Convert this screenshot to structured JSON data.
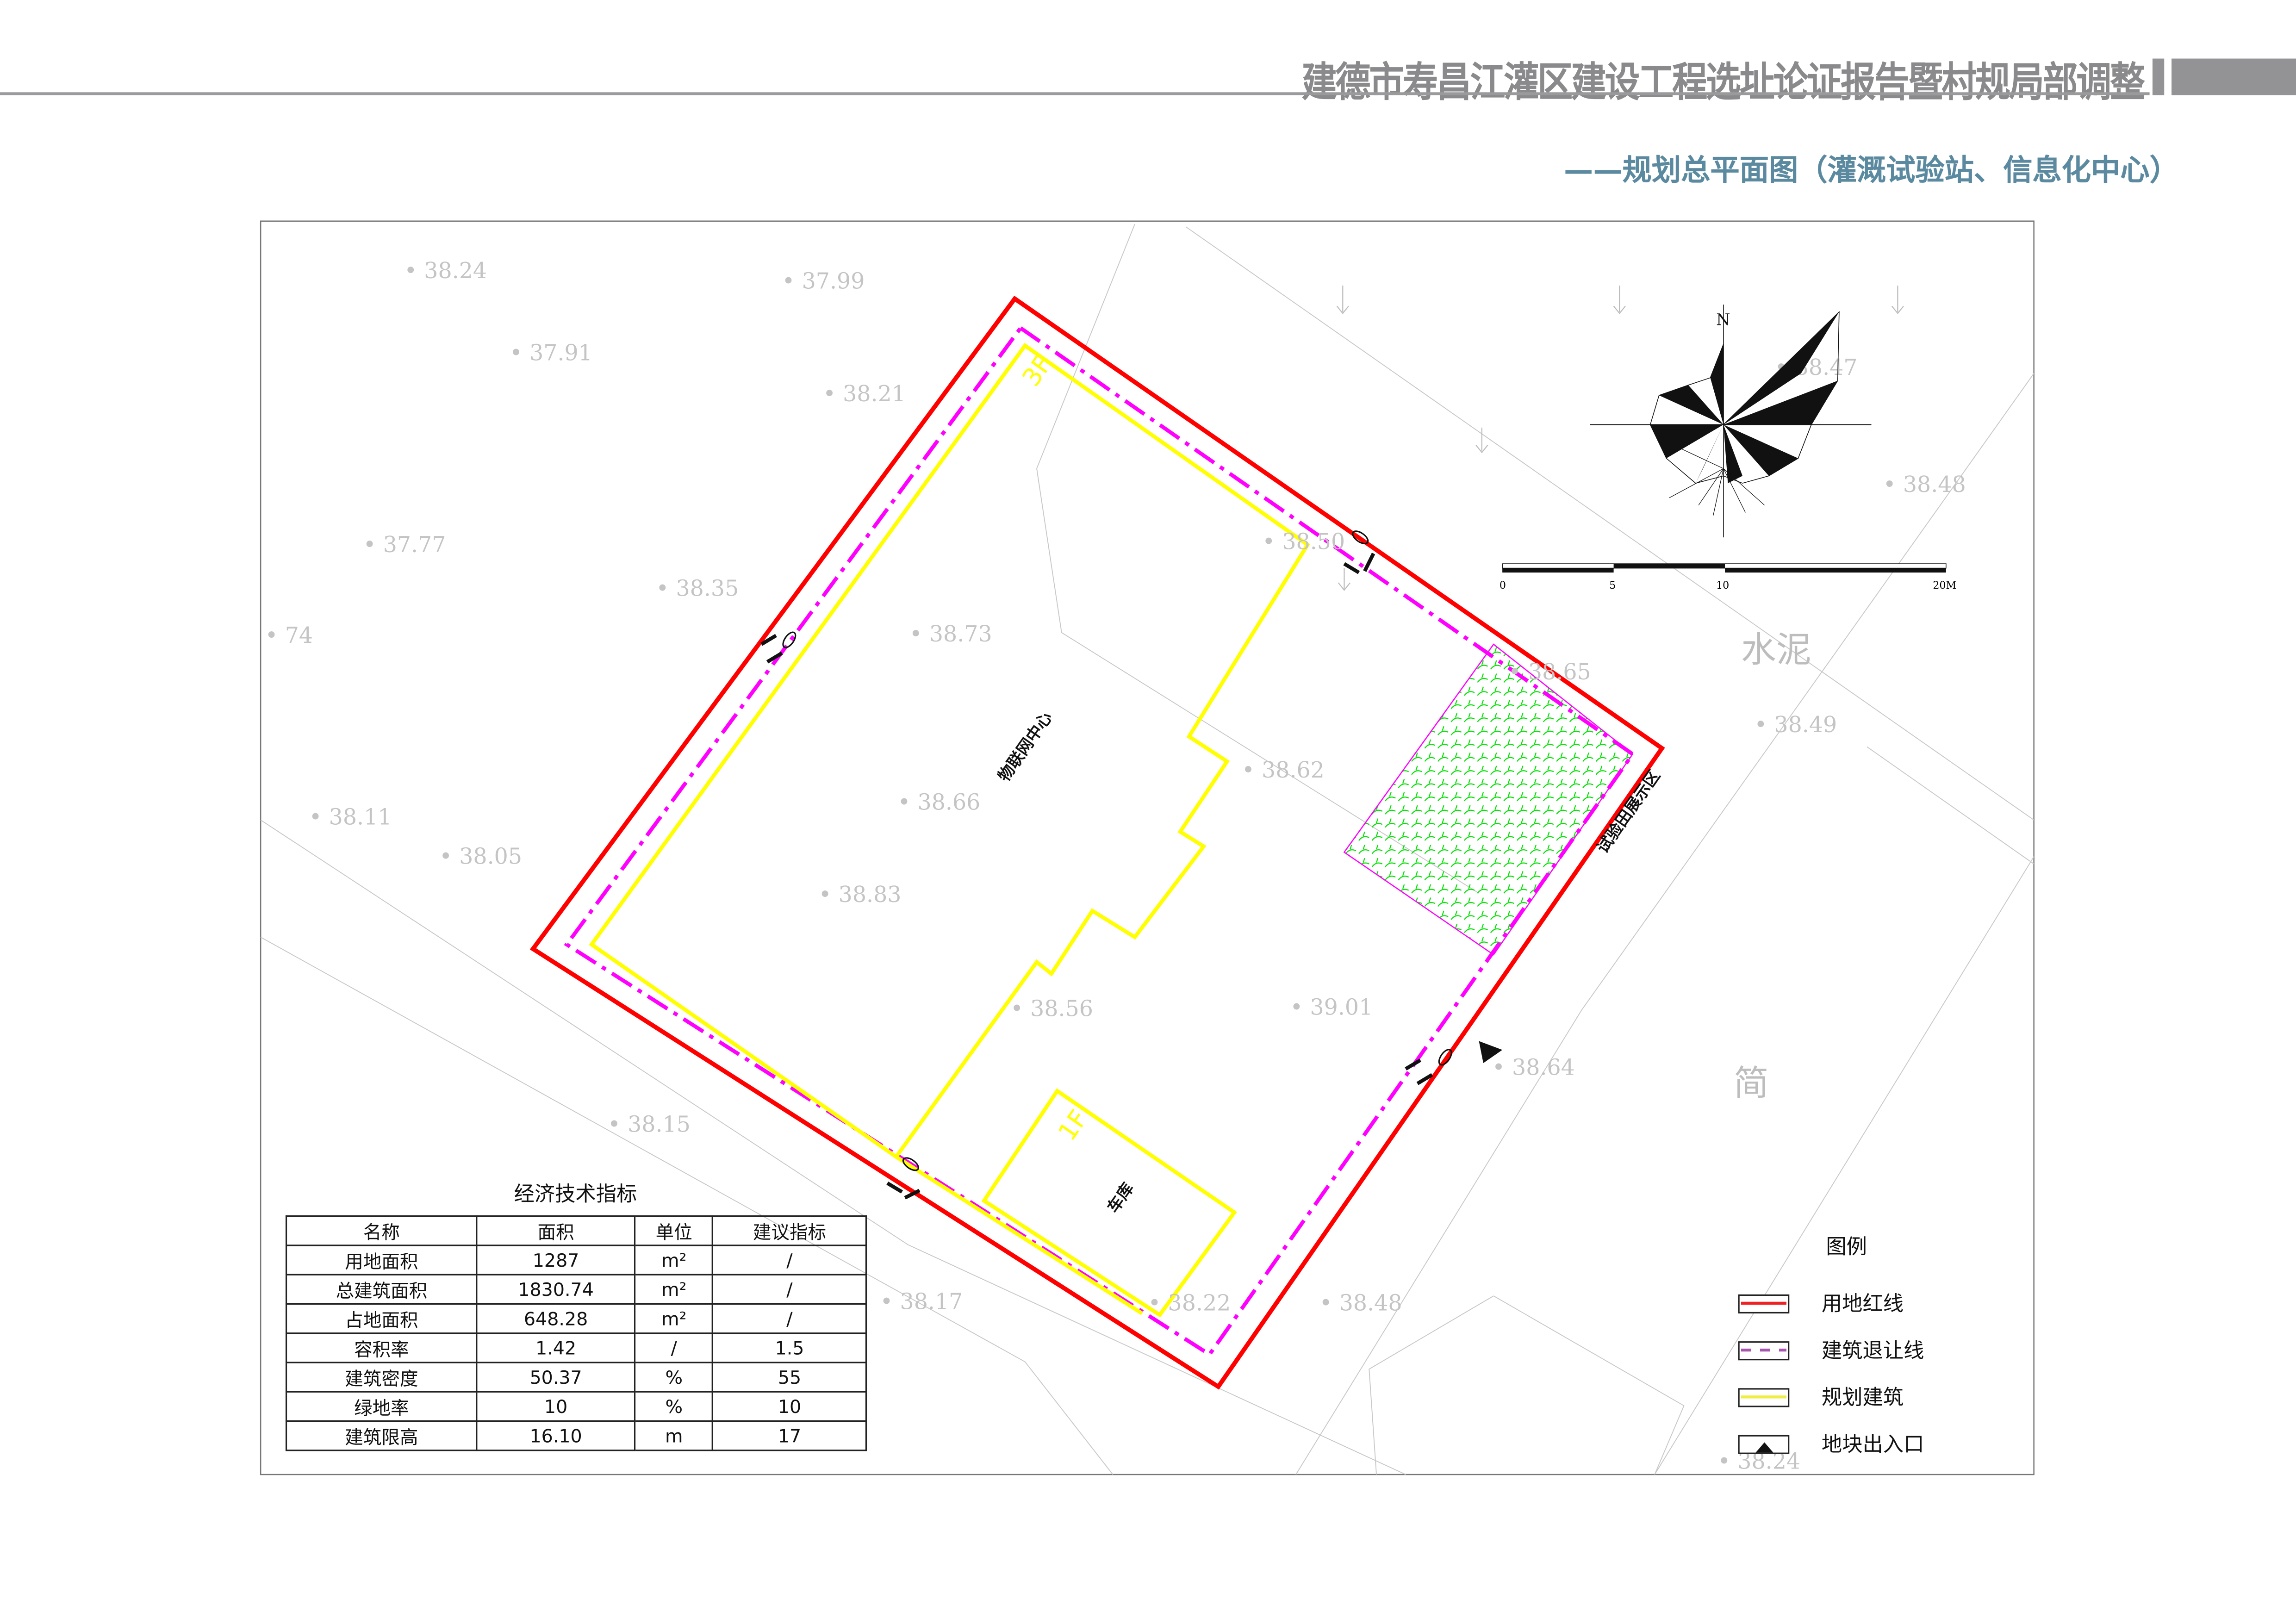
{
  "header": {
    "title": "建德市寿昌江灌区建设工程选址论证报告暨村规局部调整",
    "subtitle": "——规划总平面图（灌溉试验站、信息化中心）"
  },
  "plan": {
    "buildings": [
      {
        "name": "物联网中心",
        "floors": "3F"
      },
      {
        "name": "车库",
        "floors": "1F"
      }
    ],
    "green_area_label": "试验田展示区",
    "compass_north": "N",
    "scale_bar": {
      "ticks": [
        "0",
        "5",
        "10",
        "20M"
      ]
    },
    "road_labels": [
      "水泥",
      "简"
    ],
    "elevations": [
      "38.24",
      "37.99",
      "37.91",
      "38.21",
      "37.77",
      "38.35",
      "74",
      "38.73",
      "38.50",
      "38.47",
      "38.48",
      "38.65",
      "38.49",
      "38.62",
      "38.66",
      "38.11",
      "38.05",
      "38.83",
      "38.56",
      "39.01",
      "38.64",
      "38.15",
      "38.17",
      "38.22",
      "38.48",
      "38.24"
    ],
    "colors": {
      "red_line": "#ff0000",
      "setback": "#ff00ff",
      "building": "#ffff00",
      "green": "#00ee00"
    }
  },
  "kpi_table": {
    "title": "经济技术指标",
    "headers": [
      "名称",
      "面积",
      "单位",
      "建议指标"
    ],
    "rows": [
      [
        "用地面积",
        "1287",
        "m²",
        "/"
      ],
      [
        "总建筑面积",
        "1830.74",
        "m²",
        "/"
      ],
      [
        "占地面积",
        "648.28",
        "m²",
        "/"
      ],
      [
        "容积率",
        "1.42",
        "/",
        "1.5"
      ],
      [
        "建筑密度",
        "50.37",
        "%",
        "55"
      ],
      [
        "绿地率",
        "10",
        "%",
        "10"
      ],
      [
        "建筑限高",
        "16.10",
        "m",
        "17"
      ]
    ]
  },
  "legend": {
    "title": "图例",
    "items": [
      {
        "label": "用地红线",
        "icon": "red-solid-line"
      },
      {
        "label": "建筑退让线",
        "icon": "purple-dashed-line"
      },
      {
        "label": "规划建筑",
        "icon": "yellow-solid-line"
      },
      {
        "label": "地块出入口",
        "icon": "black-triangle"
      }
    ]
  }
}
